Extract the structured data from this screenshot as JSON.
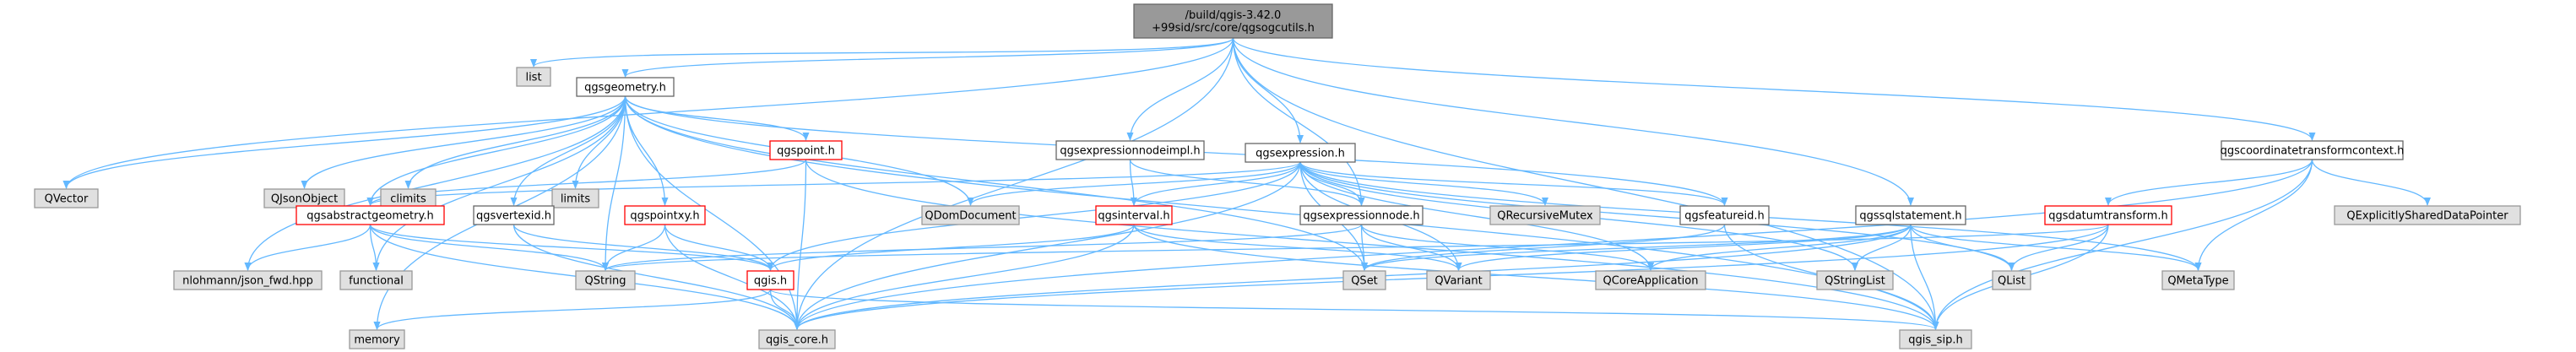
{
  "colors": {
    "edge": "#63b8ff",
    "root_fill": "#999999",
    "root_border": "#666666",
    "normal_fill": "#ffffff",
    "normal_border": "#666666",
    "highlight_fill": "#ffffff",
    "highlight_border": "#ff0000",
    "external_fill": "#e0e0e0",
    "external_border": "#999999"
  },
  "nodes": [
    {
      "id": "root",
      "lines": [
        "/build/qgis-3.42.0",
        "+99sid/src/core/qgsogcutils.h"
      ],
      "kind": "root"
    },
    {
      "id": "list",
      "lines": [
        "list"
      ],
      "kind": "external"
    },
    {
      "id": "qgsgeometry",
      "lines": [
        "qgsgeometry.h"
      ],
      "kind": "normal"
    },
    {
      "id": "qgsexpressionnodeimpl",
      "lines": [
        "qgsexpressionnodeimpl.h"
      ],
      "kind": "normal"
    },
    {
      "id": "qgsexpression",
      "lines": [
        "qgsexpression.h"
      ],
      "kind": "normal"
    },
    {
      "id": "qgscoordinatetransformcontext",
      "lines": [
        "qgscoordinatetransformcontext.h"
      ],
      "kind": "normal"
    },
    {
      "id": "qvector",
      "lines": [
        "QVector"
      ],
      "kind": "external"
    },
    {
      "id": "qjsonobject",
      "lines": [
        "QJsonObject"
      ],
      "kind": "external"
    },
    {
      "id": "climits",
      "lines": [
        "climits"
      ],
      "kind": "external"
    },
    {
      "id": "limits",
      "lines": [
        "limits"
      ],
      "kind": "external"
    },
    {
      "id": "qgspoint",
      "lines": [
        "qgspoint.h"
      ],
      "kind": "highlight"
    },
    {
      "id": "qgsabstractgeometry",
      "lines": [
        "qgsabstractgeometry.h"
      ],
      "kind": "highlight"
    },
    {
      "id": "qgsvertexid",
      "lines": [
        "qgsvertexid.h"
      ],
      "kind": "normal"
    },
    {
      "id": "qgspointxy",
      "lines": [
        "qgspointxy.h"
      ],
      "kind": "highlight"
    },
    {
      "id": "qdomdocument",
      "lines": [
        "QDomDocument"
      ],
      "kind": "external"
    },
    {
      "id": "qgsinterval",
      "lines": [
        "qgsinterval.h"
      ],
      "kind": "highlight"
    },
    {
      "id": "qgsexpressionnode",
      "lines": [
        "qgsexpressionnode.h"
      ],
      "kind": "normal"
    },
    {
      "id": "qrecursivemutex",
      "lines": [
        "QRecursiveMutex"
      ],
      "kind": "external"
    },
    {
      "id": "qgsfeatureid",
      "lines": [
        "qgsfeatureid.h"
      ],
      "kind": "normal"
    },
    {
      "id": "qgssqlstatement",
      "lines": [
        "qgssqlstatement.h"
      ],
      "kind": "normal"
    },
    {
      "id": "qgsdatumtransform",
      "lines": [
        "qgsdatumtransform.h"
      ],
      "kind": "highlight"
    },
    {
      "id": "qexplicitlyshareddatapointer",
      "lines": [
        "QExplicitlySharedDataPointer"
      ],
      "kind": "external"
    },
    {
      "id": "nlohmann",
      "lines": [
        "nlohmann/json_fwd.hpp"
      ],
      "kind": "external"
    },
    {
      "id": "functional",
      "lines": [
        "functional"
      ],
      "kind": "external"
    },
    {
      "id": "qstring",
      "lines": [
        "QString"
      ],
      "kind": "external"
    },
    {
      "id": "qgis",
      "lines": [
        "qgis.h"
      ],
      "kind": "highlight"
    },
    {
      "id": "qset",
      "lines": [
        "QSet"
      ],
      "kind": "external"
    },
    {
      "id": "qvariant",
      "lines": [
        "QVariant"
      ],
      "kind": "external"
    },
    {
      "id": "qcoreapplication",
      "lines": [
        "QCoreApplication"
      ],
      "kind": "external"
    },
    {
      "id": "qstringlist",
      "lines": [
        "QStringList"
      ],
      "kind": "external"
    },
    {
      "id": "qlist",
      "lines": [
        "QList"
      ],
      "kind": "external"
    },
    {
      "id": "qmetatype",
      "lines": [
        "QMetaType"
      ],
      "kind": "external"
    },
    {
      "id": "memory",
      "lines": [
        "memory"
      ],
      "kind": "external"
    },
    {
      "id": "qgis_core",
      "lines": [
        "qgis_core.h"
      ],
      "kind": "external"
    },
    {
      "id": "qgis_sip",
      "lines": [
        "qgis_sip.h"
      ],
      "kind": "external"
    }
  ],
  "edges": [
    [
      "root",
      "list"
    ],
    [
      "root",
      "qgsgeometry"
    ],
    [
      "root",
      "qgsexpressionnodeimpl"
    ],
    [
      "root",
      "qgsexpression"
    ],
    [
      "root",
      "qgscoordinatetransformcontext"
    ],
    [
      "root",
      "qvector"
    ],
    [
      "root",
      "qgis_core"
    ],
    [
      "root",
      "qgis_sip"
    ],
    [
      "root",
      "qgssqlstatement"
    ],
    [
      "root",
      "qgsexpressionnode"
    ],
    [
      "qgsgeometry",
      "qvector"
    ],
    [
      "qgsgeometry",
      "qjsonobject"
    ],
    [
      "qgsgeometry",
      "climits"
    ],
    [
      "qgsgeometry",
      "limits"
    ],
    [
      "qgsgeometry",
      "qgspoint"
    ],
    [
      "qgsgeometry",
      "qgsabstractgeometry"
    ],
    [
      "qgsgeometry",
      "qgsvertexid"
    ],
    [
      "qgsgeometry",
      "qgspointxy"
    ],
    [
      "qgsgeometry",
      "qdomdocument"
    ],
    [
      "qgsgeometry",
      "qgis_core"
    ],
    [
      "qgsgeometry",
      "qgis_sip"
    ],
    [
      "qgsgeometry",
      "nlohmann"
    ],
    [
      "qgsgeometry",
      "functional"
    ],
    [
      "qgsgeometry",
      "qstring"
    ],
    [
      "qgsgeometry",
      "memory"
    ],
    [
      "qgsgeometry",
      "qgsfeatureid"
    ],
    [
      "qgsgeometry",
      "qset"
    ],
    [
      "qgspoint",
      "qgsabstractgeometry"
    ],
    [
      "qgspoint",
      "qgis_core"
    ],
    [
      "qgspoint",
      "qgis_sip"
    ],
    [
      "qgsabstractgeometry",
      "nlohmann"
    ],
    [
      "qgsabstractgeometry",
      "functional"
    ],
    [
      "qgsabstractgeometry",
      "qstring"
    ],
    [
      "qgsabstractgeometry",
      "qgis"
    ],
    [
      "qgsabstractgeometry",
      "qgis_core"
    ],
    [
      "qgsvertexid",
      "qgis_core"
    ],
    [
      "qgsvertexid",
      "qgis"
    ],
    [
      "qgspointxy",
      "qstring"
    ],
    [
      "qgspointxy",
      "qgis"
    ],
    [
      "qgspointxy",
      "qgis_core"
    ],
    [
      "qgsexpressionnodeimpl",
      "qgsinterval"
    ],
    [
      "qgsexpressionnodeimpl",
      "qgsexpressionnode"
    ],
    [
      "qgsexpression",
      "qdomdocument"
    ],
    [
      "qgsexpression",
      "qgsinterval"
    ],
    [
      "qgsexpression",
      "qgsexpressionnode"
    ],
    [
      "qgsexpression",
      "qrecursivemutex"
    ],
    [
      "qgsexpression",
      "qgsfeatureid"
    ],
    [
      "qgsexpression",
      "qset"
    ],
    [
      "qgsexpression",
      "qvariant"
    ],
    [
      "qgsexpression",
      "qcoreapplication"
    ],
    [
      "qgsexpression",
      "qstringlist"
    ],
    [
      "qgsexpression",
      "qlist"
    ],
    [
      "qgsexpression",
      "qmetatype"
    ],
    [
      "qgsexpression",
      "qgis"
    ],
    [
      "qgsexpression",
      "qgis_core"
    ],
    [
      "qgsexpression",
      "qgsabstractgeometry"
    ],
    [
      "qgsinterval",
      "qgis"
    ],
    [
      "qgsinterval",
      "qgis_core"
    ],
    [
      "qgsinterval",
      "qgis_sip"
    ],
    [
      "qgsinterval",
      "qvariant"
    ],
    [
      "qgsexpressionnode",
      "qset"
    ],
    [
      "qgsexpressionnode",
      "qvariant"
    ],
    [
      "qgsexpressionnode",
      "qcoreapplication"
    ],
    [
      "qgsexpressionnode",
      "qstring"
    ],
    [
      "qgsfeatureid",
      "qset"
    ],
    [
      "qgsfeatureid",
      "qgis_sip"
    ],
    [
      "qgssqlstatement",
      "qstringlist"
    ],
    [
      "qgssqlstatement",
      "qlist"
    ],
    [
      "qgssqlstatement",
      "qcoreapplication"
    ],
    [
      "qgssqlstatement",
      "qmetatype"
    ],
    [
      "qgssqlstatement",
      "qvariant"
    ],
    [
      "qgssqlstatement",
      "qset"
    ],
    [
      "qgssqlstatement",
      "qgis_core"
    ],
    [
      "qgssqlstatement",
      "qgis_sip"
    ],
    [
      "qgscoordinatetransformcontext",
      "qgsdatumtransform"
    ],
    [
      "qgscoordinatetransformcontext",
      "qexplicitlyshareddatapointer"
    ],
    [
      "qgscoordinatetransformcontext",
      "qmetatype"
    ],
    [
      "qgscoordinatetransformcontext",
      "qgis_core"
    ],
    [
      "qgscoordinatetransformcontext",
      "qgis_sip"
    ],
    [
      "qgsdatumtransform",
      "qlist"
    ],
    [
      "qgsdatumtransform",
      "qgis_core"
    ],
    [
      "qgsdatumtransform",
      "qgis_sip"
    ],
    [
      "qgsdatumtransform",
      "qstring"
    ],
    [
      "qgis",
      "memory"
    ],
    [
      "qgis",
      "qgis_core"
    ],
    [
      "qgis",
      "qgis_sip"
    ]
  ]
}
